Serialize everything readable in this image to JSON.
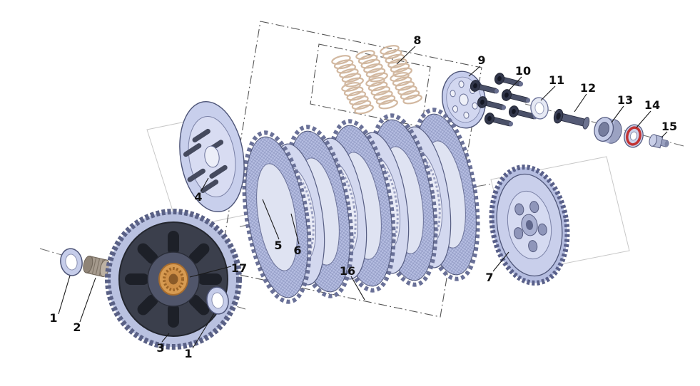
{
  "colors": {
    "part_fill": "#c6cdea",
    "part_stroke": "#4e5578",
    "friction_fill": "#b6bee2",
    "steel_fill": "#d3d8ef",
    "basket_dark": "#3b3f4c",
    "bearing_orange": "#d79b52",
    "bearing_red": "#c23333",
    "spring": "#d2b8a0",
    "bolt_dark": "#31364a"
  },
  "callouts": {
    "c1a": "1",
    "c2": "2",
    "c3": "3",
    "c1b": "1",
    "c4": "4",
    "c5": "5",
    "c6": "6",
    "c7": "7",
    "c8": "8",
    "c9": "9",
    "c10": "10",
    "c11": "11",
    "c12": "12",
    "c13": "13",
    "c14": "14",
    "c15": "15",
    "c16": "16",
    "c17": "17"
  }
}
